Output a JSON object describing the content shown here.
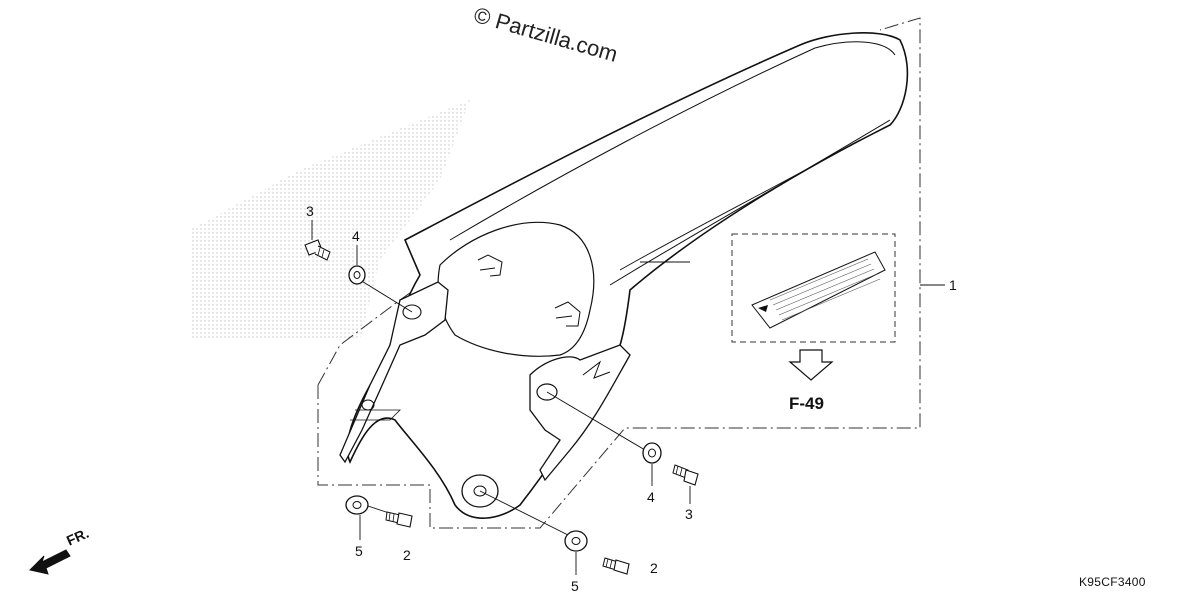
{
  "diagram": {
    "watermark": "© Partzilla.com",
    "diagram_code": "K95CF3400",
    "front_indicator": "FR.",
    "reference_label": "F-49",
    "callouts": [
      {
        "id": "part-1",
        "label": "1"
      },
      {
        "id": "part-3-upper",
        "label": "3"
      },
      {
        "id": "part-4-upper",
        "label": "4"
      },
      {
        "id": "part-4-right",
        "label": "4"
      },
      {
        "id": "part-3-right",
        "label": "3"
      },
      {
        "id": "part-5-left",
        "label": "5"
      },
      {
        "id": "part-2-left",
        "label": "2"
      },
      {
        "id": "part-5-right",
        "label": "5"
      },
      {
        "id": "part-2-right",
        "label": "2"
      }
    ]
  }
}
